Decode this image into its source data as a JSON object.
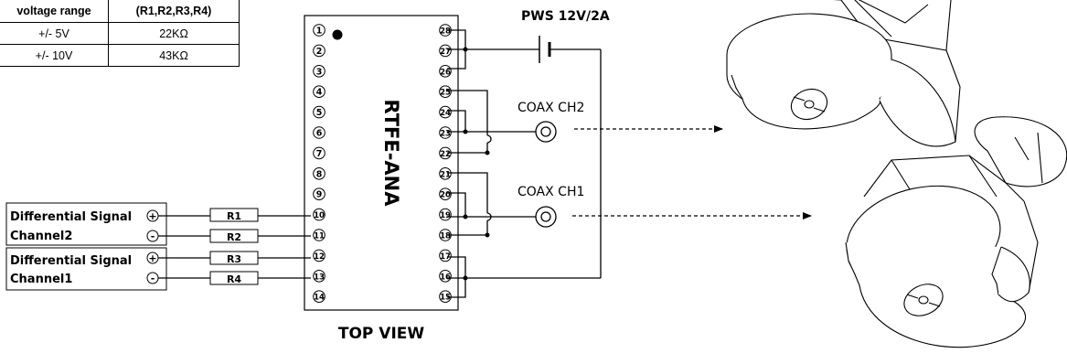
{
  "table": {
    "headers": [
      "voltage range",
      "(R1,R2,R3,R4)"
    ],
    "rows": [
      [
        "+/- 5V",
        "22KΩ"
      ],
      [
        "+/- 10V",
        "43KΩ"
      ]
    ]
  },
  "chip": {
    "name": "RTFE-ANA",
    "view_label": "TOP VIEW",
    "pins": [
      "1",
      "2",
      "3",
      "4",
      "5",
      "6",
      "7",
      "8",
      "9",
      "10",
      "11",
      "12",
      "13",
      "14",
      "15",
      "16",
      "17",
      "18",
      "19",
      "20",
      "21",
      "22",
      "23",
      "24",
      "25",
      "26",
      "27",
      "28"
    ]
  },
  "power": {
    "label": "PWS 12V/2A"
  },
  "coax": {
    "ch2": "COAX CH2",
    "ch1": "COAX CH1"
  },
  "inputs": {
    "ch2": {
      "line1": "Differential Signal",
      "line2": "Channel2"
    },
    "ch1": {
      "line1": "Differential Signal",
      "line2": "Channel1"
    },
    "plus": "+",
    "minus": "-"
  },
  "resistors": [
    "R1",
    "R2",
    "R3",
    "R4"
  ]
}
